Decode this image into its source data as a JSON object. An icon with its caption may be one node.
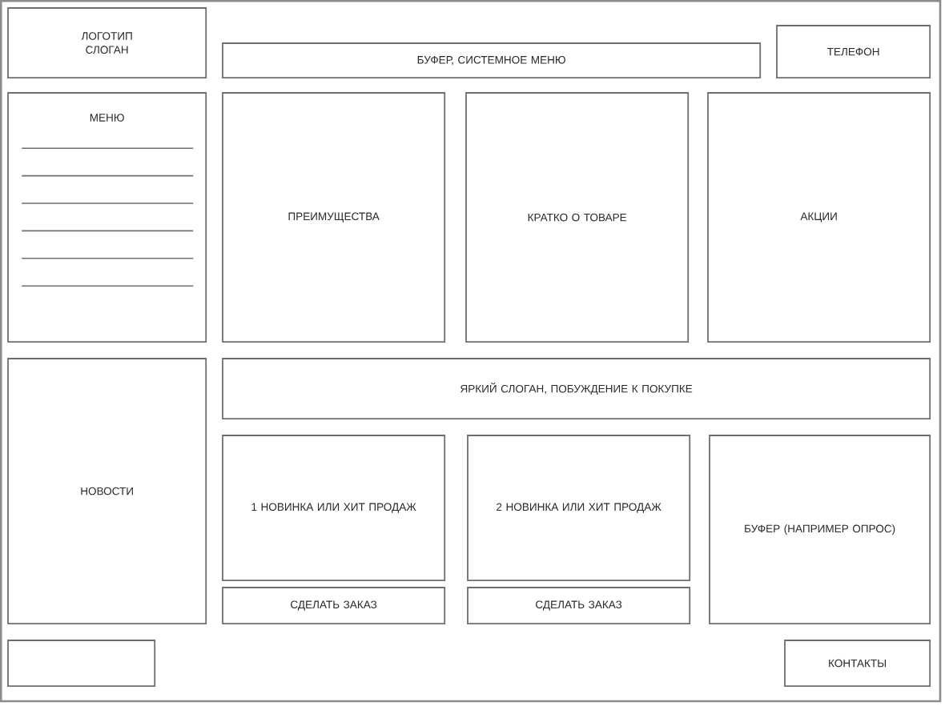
{
  "diagram": {
    "nodes": [
      {
        "text": [],
        "shape": "box"
      },
      {
        "text": [
          "ЛОГОТИП",
          "СЛОГАН"
        ],
        "in": 0
      },
      {
        "text": [
          "БУФЕР, СИСТЕМНОЕ МЕНЮ"
        ],
        "in": 0
      },
      {
        "text": [
          "ТЕЛЕФОН"
        ],
        "in": 0
      },
      {
        "text": [
          "МЕНЮ"
        ],
        "in": 0
      },
      {
        "text": [
          "ПРЕИМУЩЕСТВА"
        ],
        "in": 0
      },
      {
        "text": [
          "КРАТКО О ТОВАРЕ"
        ],
        "in": 0
      },
      {
        "text": [
          "АКЦИИ"
        ],
        "in": 0
      },
      {
        "text": [
          "НОВОСТИ"
        ],
        "in": 0
      },
      {
        "text": [
          "ЯРКИЙ СЛОГАН, ПОБУЖДЕНИЕ К ПОКУПКЕ"
        ],
        "in": 0
      },
      {
        "text": [
          "1 НОВИНКА ИЛИ ХИТ ПРОДАЖ"
        ],
        "in": 0
      },
      {
        "text": [
          "2 НОВИНКА ИЛИ ХИТ ПРОДАЖ"
        ],
        "in": 0
      },
      {
        "text": [
          "БУФЕР (НАПРИМЕР ОПРОС)"
        ],
        "in": 0
      },
      {
        "text": [
          "СДЕЛАТЬ ЗАКАЗ"
        ],
        "in": 0
      },
      {
        "text": [
          "СДЕЛАТЬ ЗАКАЗ"
        ],
        "in": 0
      },
      {
        "text": [],
        "shape": "box",
        "in": 0
      },
      {
        "text": [
          "КОНТАКТЫ"
        ],
        "in": 0
      }
    ]
  }
}
